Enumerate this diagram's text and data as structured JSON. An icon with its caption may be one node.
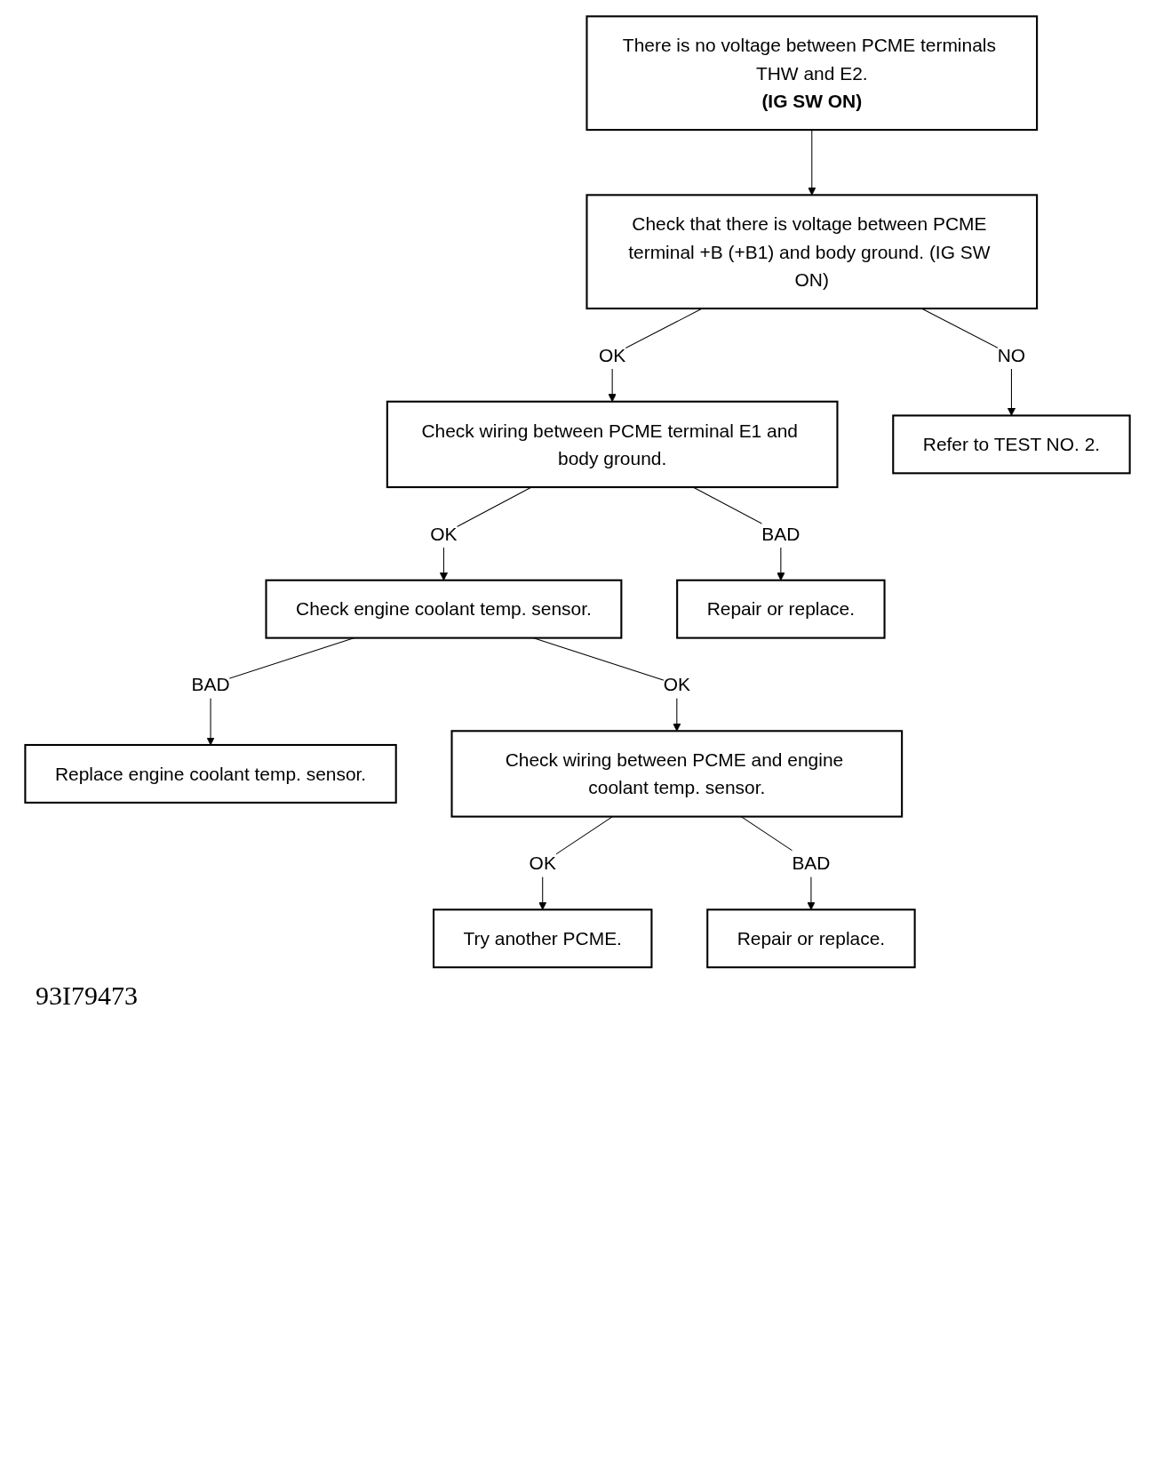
{
  "diagram": {
    "nodes": [
      {
        "text": [
          "There is no voltage between PCME terminals THW and E2.",
          "(IG SW ON)"
        ]
      },
      {
        "text": [
          "Check that there is voltage between PCME terminal +B (+B1) and body ground. (IG SW ON)"
        ]
      },
      {
        "text": [
          "Refer to TEST NO. 2."
        ]
      },
      {
        "text": [
          "Check wiring between PCME terminal E1 and body ground."
        ]
      },
      {
        "text": [
          "Check engine coolant temp. sensor."
        ]
      },
      {
        "text": [
          "Repair or replace."
        ]
      },
      {
        "text": [
          "Replace engine coolant temp. sensor."
        ]
      },
      {
        "text": [
          "Check wiring between PCME and engine coolant temp. sensor."
        ]
      },
      {
        "text": [
          "Try another PCME."
        ]
      },
      {
        "text": [
          "Repair or replace."
        ]
      }
    ],
    "edges": [
      {
        "from": 0,
        "to": 1,
        "arrow": "to"
      },
      {
        "from": 1,
        "to": 3,
        "arrow": "to",
        "label": "OK"
      },
      {
        "from": 1,
        "to": 2,
        "arrow": "to",
        "label": "NO"
      },
      {
        "from": 3,
        "to": 4,
        "arrow": "to",
        "label": "OK"
      },
      {
        "from": 3,
        "to": 5,
        "arrow": "to",
        "label": "BAD"
      },
      {
        "from": 4,
        "to": 6,
        "arrow": "to",
        "label": "BAD"
      },
      {
        "from": 4,
        "to": 7,
        "arrow": "to",
        "label": "OK"
      },
      {
        "from": 7,
        "to": 8,
        "arrow": "to",
        "label": "OK"
      },
      {
        "from": 7,
        "to": 9,
        "arrow": "to",
        "label": "BAD"
      }
    ],
    "labels": [
      "93I79473"
    ]
  }
}
